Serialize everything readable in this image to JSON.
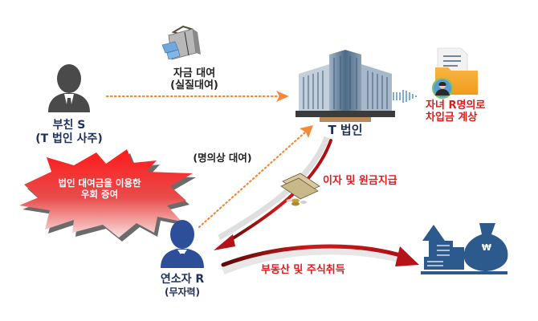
{
  "diagram": {
    "nodes": {
      "father": {
        "name": "부친 S",
        "role": "(T 법인 사주)",
        "icon": "businessman-icon-gray"
      },
      "company": {
        "name": "T 법인",
        "icon": "office-building-icon"
      },
      "minor": {
        "name": "연소자 R",
        "role": "(무자력)",
        "icon": "businessman-icon-blue"
      },
      "record": {
        "line1": "자녀 R명의로",
        "line2": "차입금 계상",
        "icon": "folder-person-icon"
      },
      "assets": {
        "icon": "real-estate-money-bag-icon",
        "currency_symbol": "₩"
      }
    },
    "edges": {
      "father_to_company": {
        "line1": "자금 대여",
        "line2": "(실질대여)",
        "style": "dotted-orange",
        "icon": "briefcase-money-icon"
      },
      "minor_to_company": {
        "label": "(명의상 대여)",
        "style": "dotted-orange"
      },
      "company_to_minor": {
        "label": "이자 및 원금지급",
        "style": "curved-red",
        "icon": "cash-coins-icon"
      },
      "minor_to_assets": {
        "label": "부동산 및 주식취득",
        "style": "curved-red"
      },
      "company_to_record": {
        "style": "dotted-blue-arrow"
      }
    },
    "callout": {
      "line1": "법인 대여금을 이용한",
      "line2": "우회 증여",
      "shape": "red-starburst"
    }
  },
  "colors": {
    "navy_text": "#1f2f5c",
    "red_text": "#e01b1b",
    "orange_dotted": "#f28a3a",
    "arrow_red": "#c0141c",
    "icon_blue": "#2c5a8c",
    "person_blue": "#2d4f9a",
    "person_gray": "#4a4a4a",
    "folder_orange": "#f5a623"
  }
}
